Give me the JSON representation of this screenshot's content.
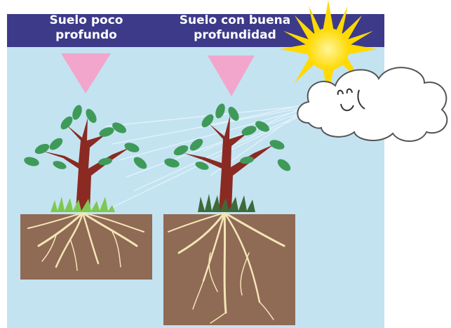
{
  "labels": {
    "shallow_soil": [
      "Suelo poco",
      "profundo"
    ],
    "deep_soil": [
      "Suelo con buena",
      "profundidad"
    ]
  },
  "colors": {
    "banner": "#3d3a8a",
    "sky": "#c3e3f1",
    "soil": "#8f6a55",
    "arrow": "#f2a6cc",
    "sun": "#ffe600",
    "trunk": "#8b2a22",
    "leaf": "#3f9a5a",
    "roots": "#f3e6b5",
    "grass_light": "#7ec850",
    "grass_dark": "#3c6b3a"
  },
  "icons": [
    "down-triangle-icon",
    "sun-icon",
    "cloud-face-icon",
    "tree-icon"
  ]
}
